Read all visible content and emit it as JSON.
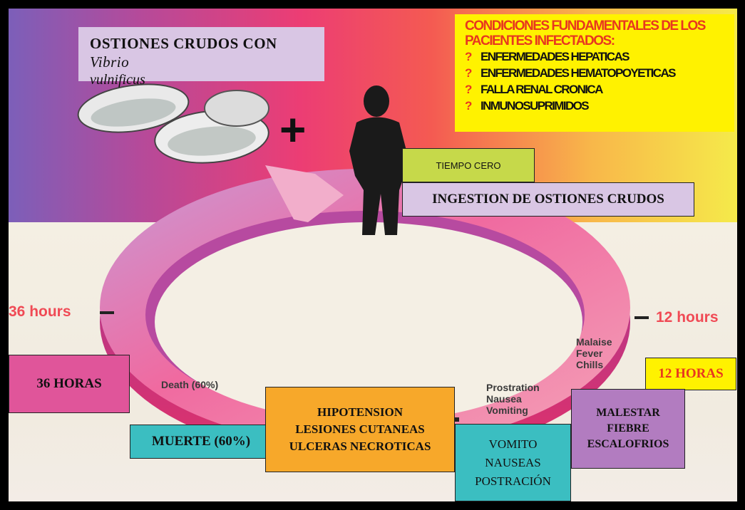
{
  "title_box": {
    "line1": "OSTIONES CRUDOS CON",
    "italic": "Vibrio",
    "line2": "vulnificus"
  },
  "conditions": {
    "title_line1": "CONDICIONES FUNDAMENTALES DE LOS",
    "title_line2": "PACIENTES INFECTADOS:",
    "bullet": "?",
    "items": [
      "ENFERMEDADES HEPATICAS",
      "ENFERMEDADES HEMATOPOYETICAS",
      "FALLA RENAL CRONICA",
      "INMUNOSUPRIMIDOS"
    ]
  },
  "plus": "+",
  "tiempo_cero": "TIEMPO CERO",
  "ingestion": "INGESTION DE OSTIONES CRUDOS",
  "hours_36": "36 hours",
  "hours_12": "12 hours",
  "eng_12": [
    "Malaise",
    "Fever",
    "Chills"
  ],
  "eng_24": [
    "Prostration",
    "Nausea",
    "Vomiting"
  ],
  "eng_death": "Death (60%)",
  "box_36": "36 HORAS",
  "box_12": "12 HORAS",
  "box_muerte": "MUERTE  (60%)",
  "box_hipotension": [
    "HIPOTENSION",
    "LESIONES CUTANEAS",
    "ULCERAS NECROTICAS"
  ],
  "box_vomito": [
    "VOMITO",
    "NAUSEAS",
    "POSTRACIÓN"
  ],
  "box_malestar": [
    "MALESTAR",
    "FIEBRE",
    "ESCALOFRIOS"
  ],
  "colors": {
    "yellow": "#fff200",
    "orange": "#f7a82a",
    "lavender": "#d9c6e4",
    "lime": "#c6d94a",
    "pink": "#e0559a",
    "teal": "#3bbec1",
    "purple": "#b27cc0",
    "red_text": "#e8371f"
  }
}
